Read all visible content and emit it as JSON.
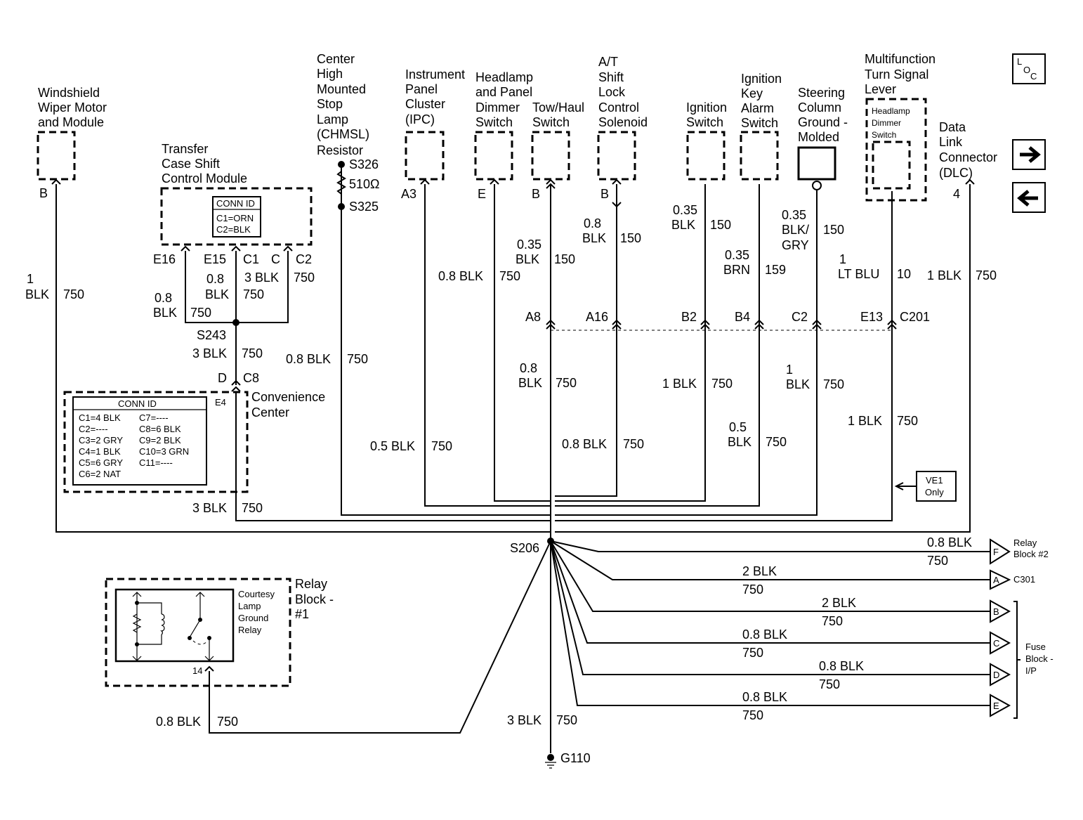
{
  "legend_box": "LOC",
  "components": {
    "wiper_lines": [
      "Windshield",
      "Wiper Motor",
      "and Module"
    ],
    "tccm_lines": [
      "Transfer",
      "Case Shift",
      "Control Module"
    ],
    "chmsl_lines": [
      "Center",
      "High",
      "Mounted",
      "Stop",
      "Lamp",
      "(CHMSL)",
      "Resistor"
    ],
    "ipc_lines": [
      "Instrument",
      "Panel",
      "Cluster",
      "(IPC)"
    ],
    "dimmer_lines": [
      "Headlamp",
      "and Panel",
      "Dimmer",
      "Switch"
    ],
    "towhaul_lines": [
      "Tow/Haul",
      "Switch"
    ],
    "at_lines": [
      "A/T",
      "Shift",
      "Lock",
      "Control",
      "Solenoid"
    ],
    "ign_lines": [
      "Ignition",
      "Switch"
    ],
    "ignkey_lines": [
      "Ignition",
      "Key",
      "Alarm",
      "Switch"
    ],
    "steering_lines": [
      "Steering",
      "Column",
      "Ground -",
      "Molded"
    ],
    "multi_lines": [
      "Multifunction",
      "Turn Signal",
      "Lever"
    ],
    "multi_inner_lines": [
      "Headlamp",
      "Dimmer",
      "Switch"
    ],
    "dlc_lines": [
      "Data",
      "Link",
      "Connector",
      "(DLC)"
    ],
    "conv_lines": [
      "Convenience",
      "Center"
    ],
    "relay1_lines": [
      "Relay",
      "Block -",
      "#1"
    ],
    "courtesy_lines": [
      "Courtesy",
      "Lamp",
      "Ground",
      "Relay"
    ],
    "relay2_lines": [
      "Relay",
      "Block #2"
    ],
    "c301": "C301",
    "fuse_lines": [
      "Fuse",
      "Block -",
      "I/P"
    ],
    "ve1_lines": [
      "VE1",
      "Only"
    ],
    "g110": "G110"
  },
  "tccm_conn": {
    "title": "CONN ID",
    "rows": [
      "C1=ORN",
      "C2=BLK"
    ]
  },
  "conv_conn": {
    "title": "CONN ID",
    "col1": [
      "C1=4 BLK",
      "C2=----",
      "C3=2 GRY",
      "C4=1 BLK",
      "C5=6 GRY",
      "C6=2 NAT"
    ],
    "col2": [
      "C7=----",
      "C8=6 BLK",
      "C9=2 BLK",
      "C10=3 GRN",
      "C11=----"
    ]
  },
  "splices": {
    "s326": "S326",
    "s325": "S325",
    "s243": "S243",
    "s206": "S206",
    "c201": "C201"
  },
  "resistor_value": "510Ω",
  "pins": {
    "wiper": "B",
    "tccm_e16": "E16",
    "tccm_e15": "E15",
    "tccm_c1": "C1",
    "tccm_c": "C",
    "tccm_c2": "C2",
    "conv_d": "D",
    "conv_c8": "C8",
    "conv_e4": "E4",
    "ipc": "A3",
    "dimmer": "E",
    "towhaul": "B",
    "at": "B",
    "dlc": "4",
    "relay1": "14",
    "c201_a8": "A8",
    "c201_a16": "A16",
    "c201_b2": "B2",
    "c201_b4": "B4",
    "c201_c2": "C2",
    "c201_e13": "E13",
    "out_f": "F",
    "out_a": "A",
    "out_b": "B",
    "out_c": "C",
    "out_d": "D",
    "out_e": "E"
  },
  "wires": {
    "wiper_size": "1",
    "wiper_color": "BLK",
    "wiper_circuit": "750",
    "e16_size": "0.8",
    "e16_color": "BLK",
    "e16_circuit": "750",
    "e15_size": "0.8",
    "e15_color": "BLK",
    "e15_circuit": "750",
    "c1_color": "3 BLK",
    "c1_circuit": "750",
    "s243_color": "3 BLK",
    "s243_circuit": "750",
    "conv_color": "3 BLK",
    "conv_circuit": "750",
    "chmsl_color": "0.8 BLK",
    "chmsl_circuit": "750",
    "ipc_color": "0.5 BLK",
    "ipc_circuit": "750",
    "dimmer_color": "0.8 BLK",
    "dimmer_circuit": "750",
    "tow_top_size": "0.35",
    "tow_top_color": "BLK",
    "tow_top_circuit": "150",
    "tow_bot_size": "0.8",
    "tow_bot_color": "BLK",
    "tow_bot_circuit": "750",
    "at_top_size": "0.8",
    "at_top_color": "BLK",
    "at_top_circuit": "150",
    "at_bot_color": "0.8 BLK",
    "at_bot_circuit": "750",
    "ign_top_size": "0.35",
    "ign_top_color": "BLK",
    "ign_top_circuit": "150",
    "ign_bot_color": "1 BLK",
    "ign_bot_circuit": "750",
    "key_top_size": "0.35",
    "key_top_color": "BRN",
    "key_top_circuit": "159",
    "key_bot_size": "0.5",
    "key_bot_color": "BLK",
    "key_bot_circuit": "750",
    "steer_top_size": "0.35",
    "steer_top_color1": "BLK/",
    "steer_top_color2": "GRY",
    "steer_top_circuit": "150",
    "steer_bot_size": "1",
    "steer_bot_color": "BLK",
    "steer_bot_circuit": "750",
    "multi_top_size": "1",
    "multi_top_color": "LT BLU",
    "multi_top_circuit": "10",
    "multi_bot_color": "1 BLK",
    "multi_bot_circuit": "750",
    "dlc_color": "1 BLK",
    "dlc_circuit": "750",
    "relay1_color": "0.8 BLK",
    "relay1_circuit": "750",
    "ground_color": "3 BLK",
    "ground_circuit": "750",
    "out_f_color": "0.8 BLK",
    "out_f_circuit": "750",
    "out_a_color": "2 BLK",
    "out_a_circuit": "750",
    "out_b_color": "2 BLK",
    "out_b_circuit": "750",
    "out_c_color": "0.8 BLK",
    "out_c_circuit": "750",
    "out_d_color": "0.8 BLK",
    "out_d_circuit": "750",
    "out_e_color": "0.8 BLK",
    "out_e_circuit": "750"
  }
}
